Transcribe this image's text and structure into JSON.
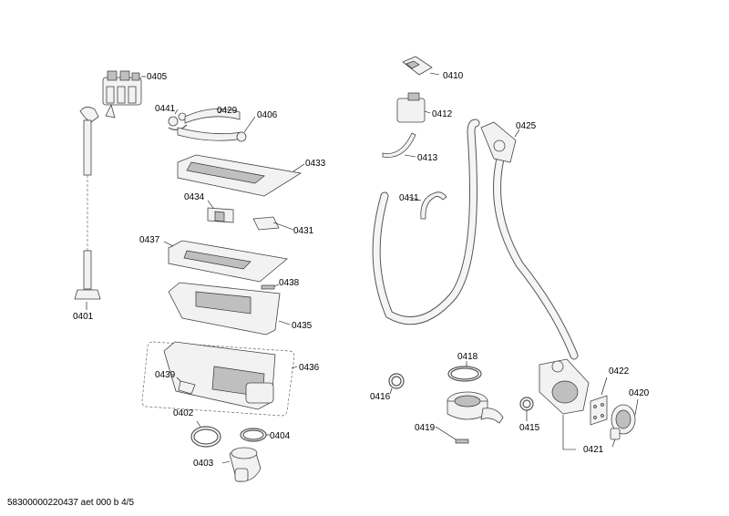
{
  "parts": {
    "p0405": "0405",
    "p0441": "0441",
    "p0429": "0429",
    "p0406": "0406",
    "p0433": "0433",
    "p0434": "0434",
    "p0431": "0431",
    "p0437": "0437",
    "p0438": "0438",
    "p0435": "0435",
    "p0436": "0436",
    "p0439": "0439",
    "p0401": "0401",
    "p0402": "0402",
    "p0404": "0404",
    "p0403": "0403",
    "p0410": "0410",
    "p0412": "0412",
    "p0425": "0425",
    "p0413": "0413",
    "p0411": "0411",
    "p0418": "0418",
    "p0416": "0416",
    "p0419": "0419",
    "p0415": "0415",
    "p0422": "0422",
    "p0420": "0420",
    "p0421": "0421"
  },
  "footer": {
    "code": "58300000220437 aet 000 b 4/5"
  }
}
